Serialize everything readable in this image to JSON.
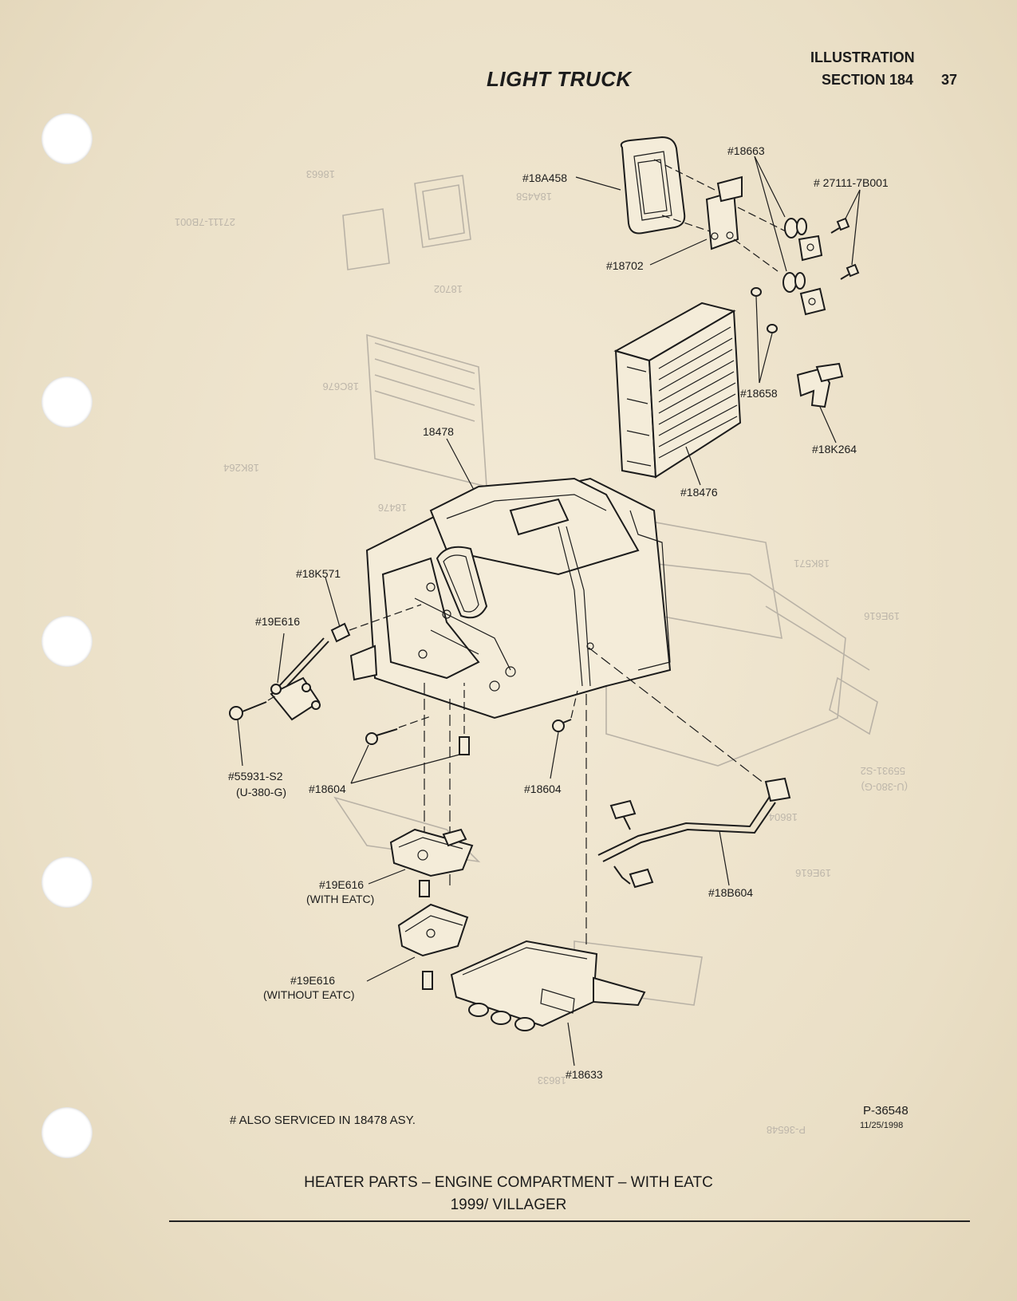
{
  "header": {
    "title": "LIGHT TRUCK",
    "illustration": "ILLUSTRATION",
    "section": "SECTION 184",
    "page_number": "37"
  },
  "labels": {
    "l_18a458": "#18A458",
    "l_18663": "#18663",
    "l_27111": "# 27111-7B001",
    "l_18702": "#18702",
    "l_18658": "#18658",
    "l_18k264": "#18K264",
    "l_18476": "#18476",
    "l_18478": "18478",
    "l_18k571": "#18K571",
    "l_19e616_a": "#19E616",
    "l_55931": "#55931-S2",
    "l_u380": "(U-380-G)",
    "l_18604_a": "#18604",
    "l_18604_b": "#18604",
    "l_19e616_b": "#19E616",
    "l_with_eatc": "(WITH EATC)",
    "l_19e616_c": "#19E616",
    "l_without_eatc": "(WITHOUT EATC)",
    "l_18b604": "#18B604",
    "l_18633": "#18633"
  },
  "footer": {
    "note": "# ALSO SERVICED IN 18478 ASY.",
    "ref_number": "P-36548",
    "ref_date": "11/25/1998",
    "caption_line1": "HEATER PARTS – ENGINE COMPARTMENT – WITH EATC",
    "caption_line2": "1999/ VILLAGER"
  }
}
